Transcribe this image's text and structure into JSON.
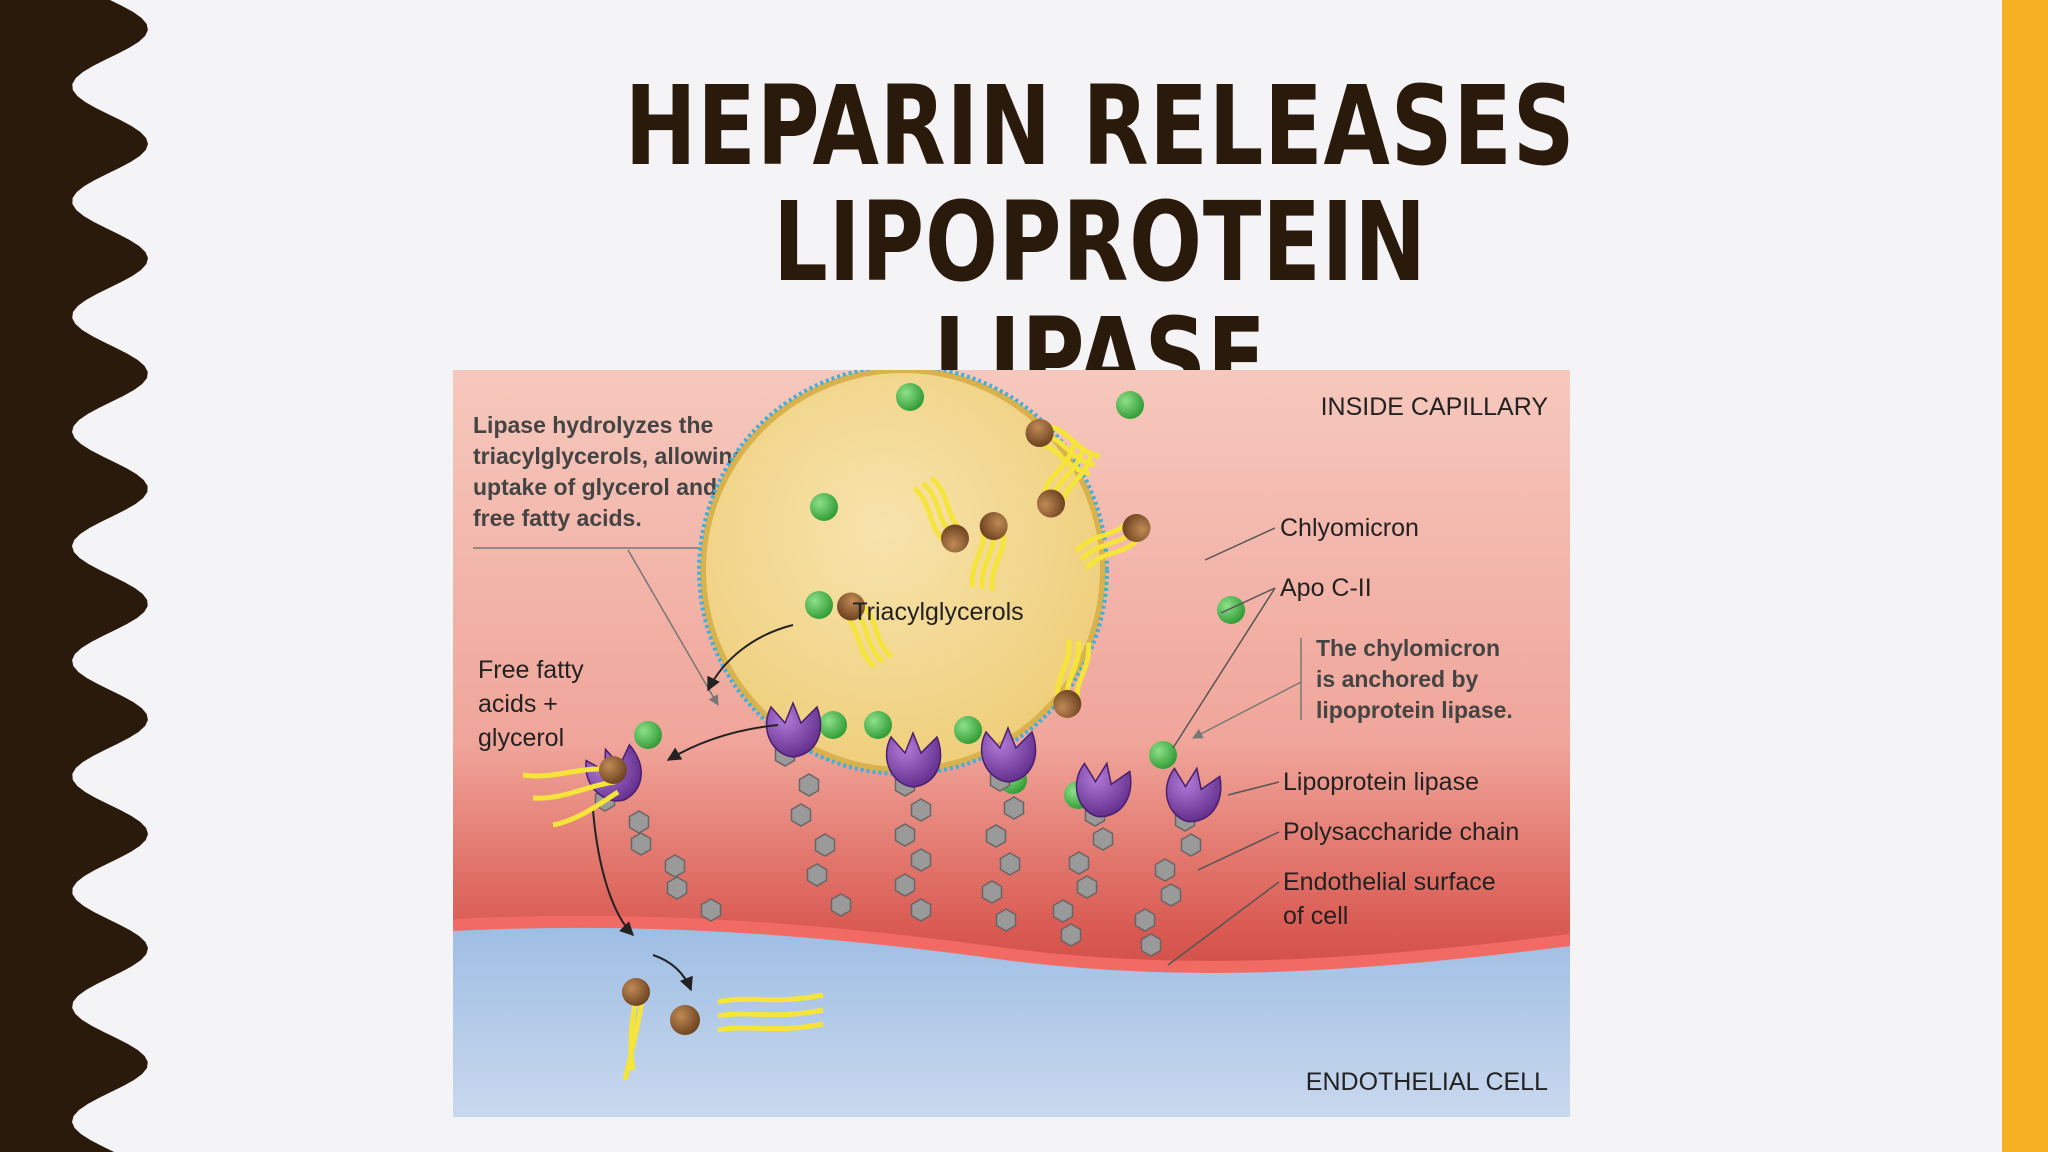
{
  "slide": {
    "title_line1": "HEPARIN RELEASES LIPOPROTEIN",
    "title_line2": "LIPASE",
    "colors": {
      "title": "#2a1a0c",
      "left_border": "#2a1a0c",
      "right_stripe": "#f6b123",
      "background": "#f4f4f6"
    }
  },
  "figure": {
    "inside_capillary": "INSIDE CAPILLARY",
    "endothelial_cell": "ENDOTHELIAL CELL",
    "lipase_note": [
      "Lipase hydrolyzes the",
      "triacylglycerols, allowing",
      "uptake of glycerol and",
      "free fatty acids."
    ],
    "free_fatty_acids": [
      "Free fatty",
      "acids +",
      "glycerol"
    ],
    "triacylglycerols": "Triacylglycerols",
    "chylomicron": "Chlyomicron",
    "apo": "Apo C-II",
    "anchored_note": [
      "The chylomicron",
      "is anchored by",
      "lipoprotein lipase."
    ],
    "lipoprotein_lipase": "Lipoprotein lipase",
    "polysaccharide_chain": "Polysaccharide chain",
    "endothelial_surface": [
      "Endothelial surface",
      "of cell"
    ],
    "colors": {
      "capillary_top": "#f6c8bd",
      "capillary_bottom": "#c43a3a",
      "cell": "#bcd2ea",
      "chylomicron_fill": "#f3d994",
      "lipase": "#7a3fa5",
      "apo_sphere": "#43b043",
      "glycerol_head": "#8a5a2c",
      "fatty_tail": "#f5e43a",
      "chain": "#9a9a9a"
    }
  }
}
